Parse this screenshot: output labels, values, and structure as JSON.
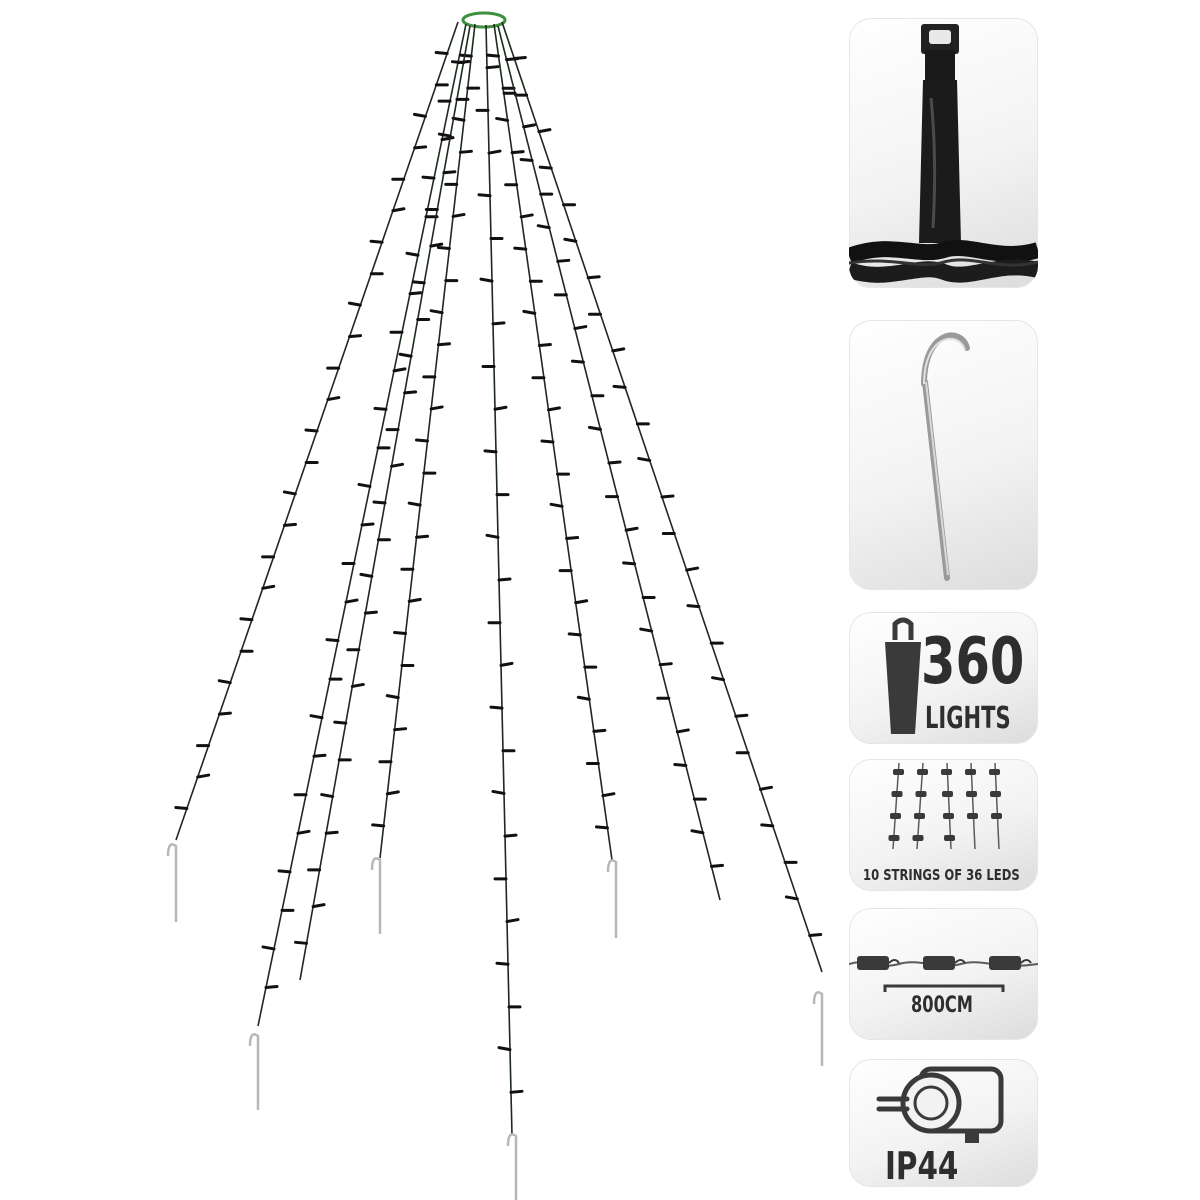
{
  "features": {
    "lights": {
      "number": "360",
      "label": "LIGHTS"
    },
    "strings": {
      "label": "10 STRINGS OF 36 LEDS"
    },
    "length": {
      "label": "800CM"
    },
    "ip_rating": {
      "label": "IP44"
    }
  },
  "icons": {
    "connector": "cable-connector-icon",
    "stake": "ground-stake-icon",
    "lights": "led-bulb-icon",
    "strings": "led-strings-icon",
    "length": "cable-length-icon",
    "plug": "power-plug-adapter-icon"
  },
  "colors": {
    "wire": "#1d2a1d",
    "top_ring": "#3e8f3e",
    "stake": "#b8b8b8",
    "icon": "#3a3a3a"
  }
}
